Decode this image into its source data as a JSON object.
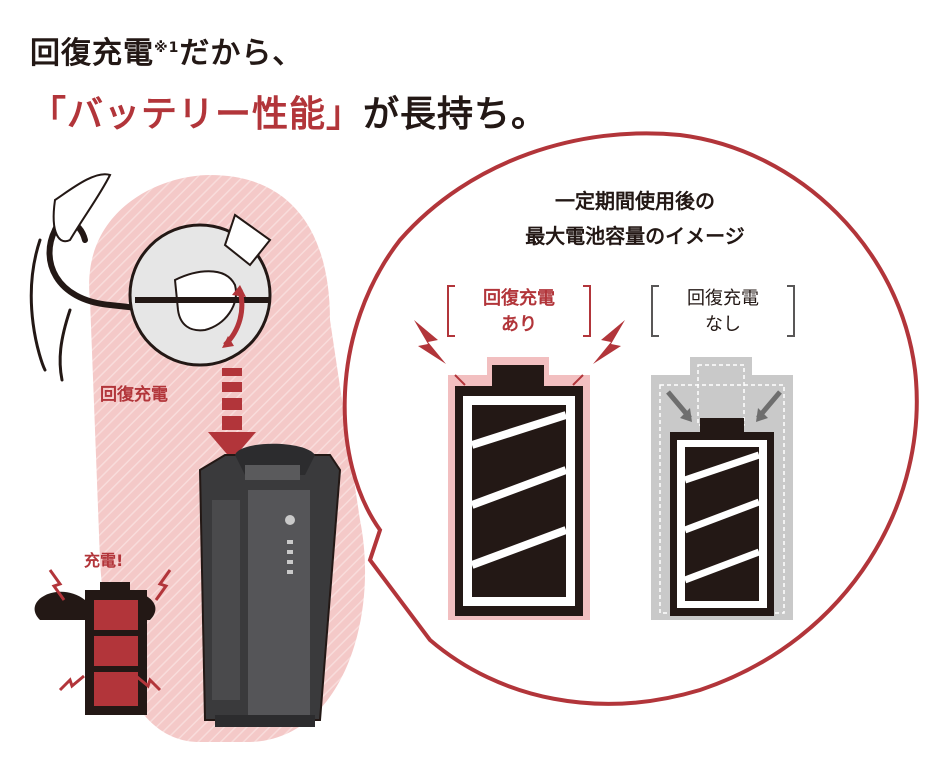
{
  "headline": {
    "line1_main": "回復充電",
    "line1_note": "※1",
    "line1_tail": "だから、",
    "line2_quote": "「バッテリー性能」",
    "line2_tail": "が長持ち。"
  },
  "left_illustration": {
    "regen_label": "回復充電",
    "charge_label": "充電!"
  },
  "bubble": {
    "title_line1": "一定期間使用後の",
    "title_line2": "最大電池容量のイメージ",
    "with_regen_line1": "回復充電",
    "with_regen_line2": "あり",
    "without_regen_line1": "回復充電",
    "without_regen_line2": "なし"
  },
  "colors": {
    "accent_red": "#b2353a",
    "pink": "#f2bfc0",
    "dark": "#231815",
    "gray": "#c9c9c9"
  }
}
